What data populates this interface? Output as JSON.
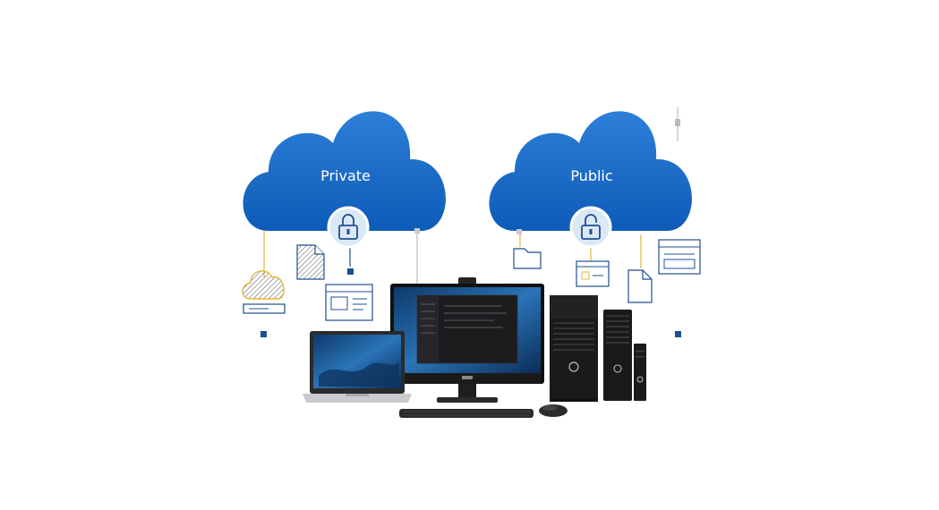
{
  "clouds": {
    "private": {
      "label": "Private",
      "lock": "padlock-closed-icon"
    },
    "public": {
      "label": "Public",
      "lock": "padlock-open-icon"
    }
  },
  "colors": {
    "cloud_blue": "#1565c0",
    "cloud_blue_light": "#3a8ee6",
    "accent_navy": "#1e4f8f",
    "accent_gold": "#e2b53c",
    "device_dark": "#1a1a1a",
    "screen_blue": "#1d4f8a"
  },
  "icons": [
    "document-icon",
    "window-panel-icon",
    "small-cloud-icon",
    "folder-icon",
    "tag-card-icon",
    "browser-window-icon",
    "laptop",
    "monitor",
    "tower-desktop",
    "small-form-factor-desktop",
    "micro-desktop",
    "keyboard",
    "mouse"
  ]
}
